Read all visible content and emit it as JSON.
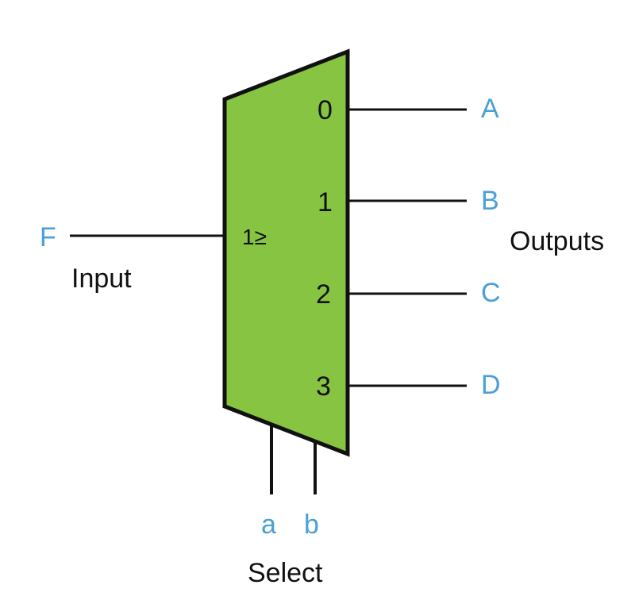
{
  "colors": {
    "body_fill": "#86c441",
    "outline": "#111111",
    "signal_text": "#4aa0d5",
    "label_text": "#111111"
  },
  "mux": {
    "core_label": "1≥",
    "output_pins": [
      "0",
      "1",
      "2",
      "3"
    ]
  },
  "input": {
    "signal": "F",
    "caption": "Input"
  },
  "outputs": {
    "signals": [
      "A",
      "B",
      "C",
      "D"
    ],
    "caption": "Outputs"
  },
  "select": {
    "signals": [
      "a",
      "b"
    ],
    "caption": "Select"
  }
}
